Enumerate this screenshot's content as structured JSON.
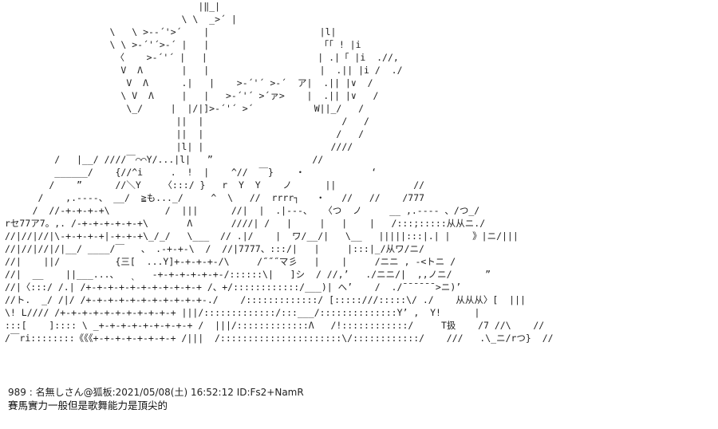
{
  "art": {
    "lines": [
      "                                   |‖_|",
      "                                \\ \\  _>´ |",
      "                   \\   \\ >-‐´'>´    |                    |l|",
      "                   \\ \\ >‐´'´>‐´ |   |                    「「 ! |i",
      "                    〈    >‐´'´ |   |                    | .|「 |i  .//,",
      "                     V  Λ       |   |                    |  .|| |i /  ./",
      "                      V  Λ      .|   |    >‐´'´ >‐´  ア|  .|| |∨  /",
      "                     \\ V  Λ     |   |   >‐´'´ >´ァ>    |  .|| |∨   /",
      "                      \\_/     |  |/|]>‐´'´ >´           W||_/   /",
      "                               ||  |                         /   /",
      "                               ||  |                        /   /",
      "                               |l| |                       ////",
      "         /   |__/ ////￣⌒⌒Y/...|l|   ”                  //",
      "         ______/    {//^i     .  !  |    ^//  ￣}    ・            ‘",
      "        /    ”      //＼Y    〈:::/ }   r  Y  Y    ノ      ||              //",
      "      /    ,.----、 __/  ≧も..._/     ^  \\   //  rrrr┐   ・   //   //    /777",
      "     /  //‐+-+-+-+\\          /  |||      //|  |  .|---、  〈つ  ノ     __ ,.---- 、/つ_/",
      "rセ77ア7。,. /-+-+-+-+-+-+\\       Λ       ////| /   |     |   |    |   /:::;:::::从从ニ./",
      "//|//|//|\\-+-+-+-+|-+-+-+\\_/_/   \\___  // .|/    |  ワ/__/|   \\__   |||||:::|.| |    》|ニ/|||",
      "//|//|//|/|__/ ____/￣   、 .-+-+-\\  /  //|7777、:::/|   |     |:::|_/从ワ/ニ/",
      "//|    ||/          {三[  ...Y]+-+-+-+‐/\\     /˝˝˝マ彡   |    |     /ニニ , -<トニ /",
      "//|  __    ||___...、  ˎ   -+-+-+-+-+-+-/::::::\\|   ]シ  / //,’   ./ニニ/|  ,,ノニ/      ”",
      "//|〈:::/ /.| /+-+-+-+-+-+-+-+-+-+-+ /、+/::::::::::::/___)| へ’    /  ./¯¯¯¯¯¯>ニ)’",
      "//ト.  _/ /|/ /+-+-+-+-+-+-+-+-+-+-+-./    /:::::::::::::/ [:::::///:::::\\/ ./    从从从〉[  |||",
      "\\! L//// /+-+-+-+-+-+-+-+-+-+-+ |||/:::::::::::::/:::___/::::::::::::::Y’ ,  Y!      |",
      ":::[    ]:::: \\ _+-+-+-+-+-+-+-+-+ /  |||/:::::::::::::Λ   /!::::::::::::/     T扱    /7 //\\    //",
      "/￣ri::::::::《《《+-+-+-+-+-+-+-+ /|||  /::::::::::::::::::::::\\/::::::::::::/    ///   .\\_ニ/rつ}  //"
    ]
  },
  "post": {
    "number": "989",
    "separator": " : ",
    "name": "名無しさん@狐板",
    "date_label": ":2021/05/08(土) 16:52:12",
    "id_label": " ID:Fs2+NamR",
    "message": "賽馬實力一般但是歌舞能力是頂尖的"
  }
}
